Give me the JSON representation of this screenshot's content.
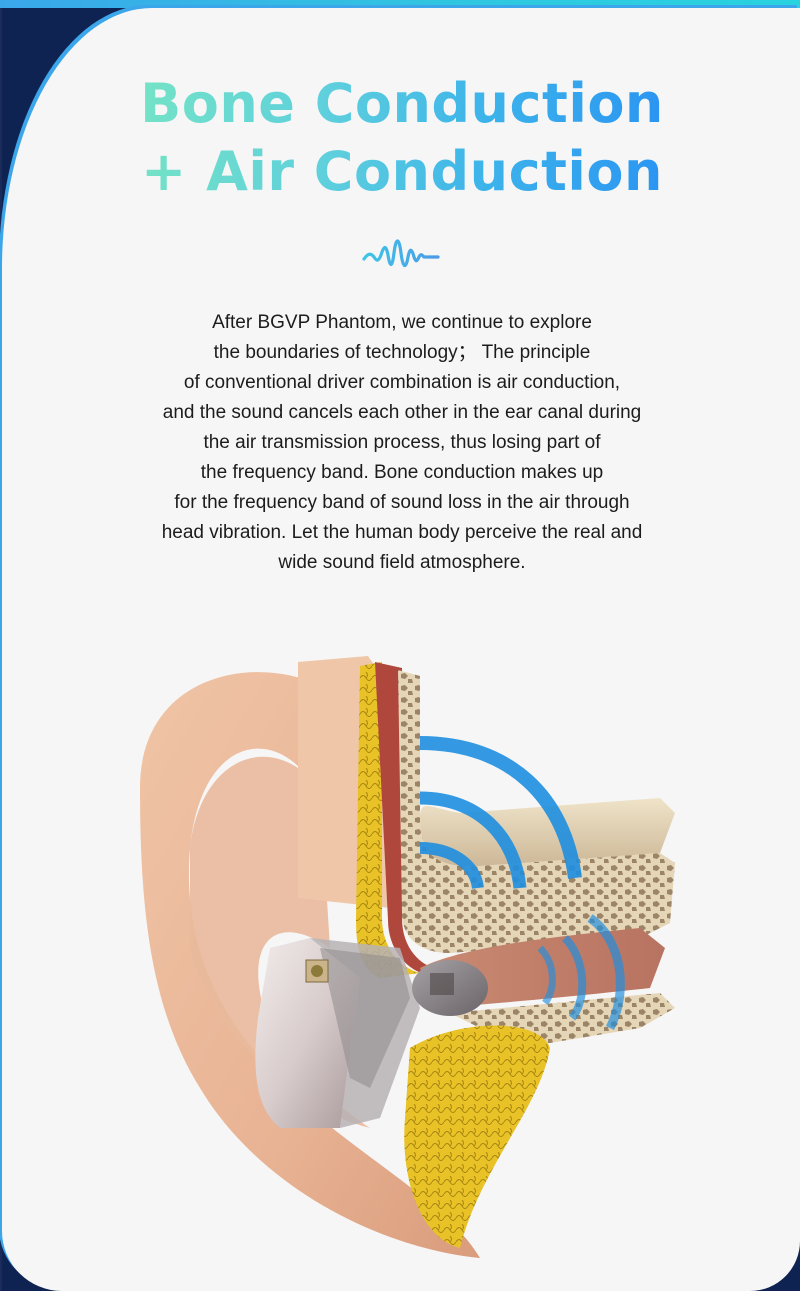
{
  "header": {
    "title_line_1": "Bone Conduction",
    "title_line_2": "+ Air Conduction",
    "gradient_start": "#74e3c6",
    "gradient_end": "#2a94f2",
    "divider_icon": "sound-wave-icon"
  },
  "description": {
    "lines": [
      "After BGVP Phantom, we continue to explore",
      "the boundaries of technology； The principle",
      "of conventional driver combination is air conduction,",
      "and the sound cancels each other in the ear canal during",
      "the air transmission process, thus losing part of",
      "the frequency band. Bone conduction makes up",
      "for the frequency band of sound loss in the air through",
      "head vibration. Let the human body perceive the real and",
      "wide sound field atmosphere."
    ]
  },
  "illustration": {
    "subject": "cross-section of human ear with in-ear monitor showing bone and air conduction waves",
    "wave_color": "#1f8fe0",
    "frame_color": "#0f2352",
    "accent_border": "#3ba6ea"
  }
}
